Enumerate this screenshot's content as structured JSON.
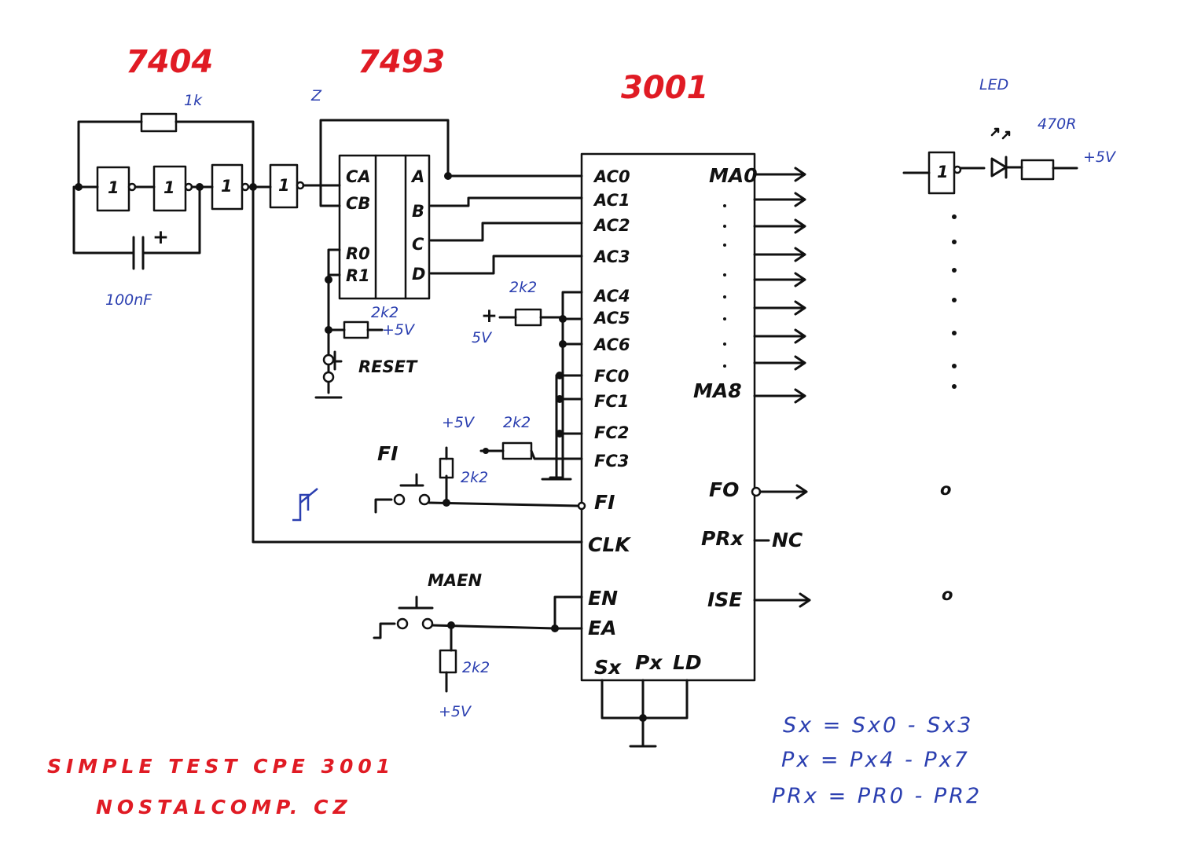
{
  "chips": {
    "inverter": "7404",
    "counter": "7493",
    "cpe": "3001"
  },
  "components": {
    "r_osc": "1k",
    "cap": "100nF",
    "r_reset": "2k2",
    "r_ac": "2k2",
    "r_fc": "2k2",
    "r_fi": "2k2",
    "r_en": "2k2",
    "led": "LED",
    "r_led": "470R",
    "plus5v": "+5V",
    "plus_ac": "+",
    "plus_ac_v": "5V",
    "plus5v_small": "+5V",
    "reset": "RESET",
    "fi_switch": "FI",
    "maen": "MAEN",
    "nc": "NC",
    "gate": "1",
    "z": "Z"
  },
  "counter_pins": {
    "ca": "CA",
    "cb": "CB",
    "r0": "R0",
    "r1": "R1",
    "a": "A",
    "b": "B",
    "c": "C",
    "d": "D"
  },
  "cpe_pins": {
    "ac0": "AC0",
    "ac1": "AC1",
    "ac2": "AC2",
    "ac3": "AC3",
    "ac4": "AC4",
    "ac5": "AC5",
    "ac6": "AC6",
    "fc0": "FC0",
    "fc1": "FC1",
    "fc2": "FC2",
    "fc3": "FC3",
    "fi": "FI",
    "clk": "CLK",
    "en": "EN",
    "ea": "EA",
    "sx": "Sx",
    "px": "Px",
    "ld": "LD",
    "ma0": "MA0",
    "ma8": "MA8",
    "fo": "FO",
    "prx": "PRx",
    "isе": "ISE"
  },
  "notes": {
    "line1": "SIMPLE TEST CPE 3001",
    "line2": "NOSTALCOMP. CZ"
  },
  "equations": {
    "sx": "Sx = Sx0 - Sx3",
    "px": "Px = Px4 - Px7",
    "prx": "PRx = PR0 - PR2"
  },
  "led_marks": {
    "fo": "o",
    "ise": "o"
  }
}
